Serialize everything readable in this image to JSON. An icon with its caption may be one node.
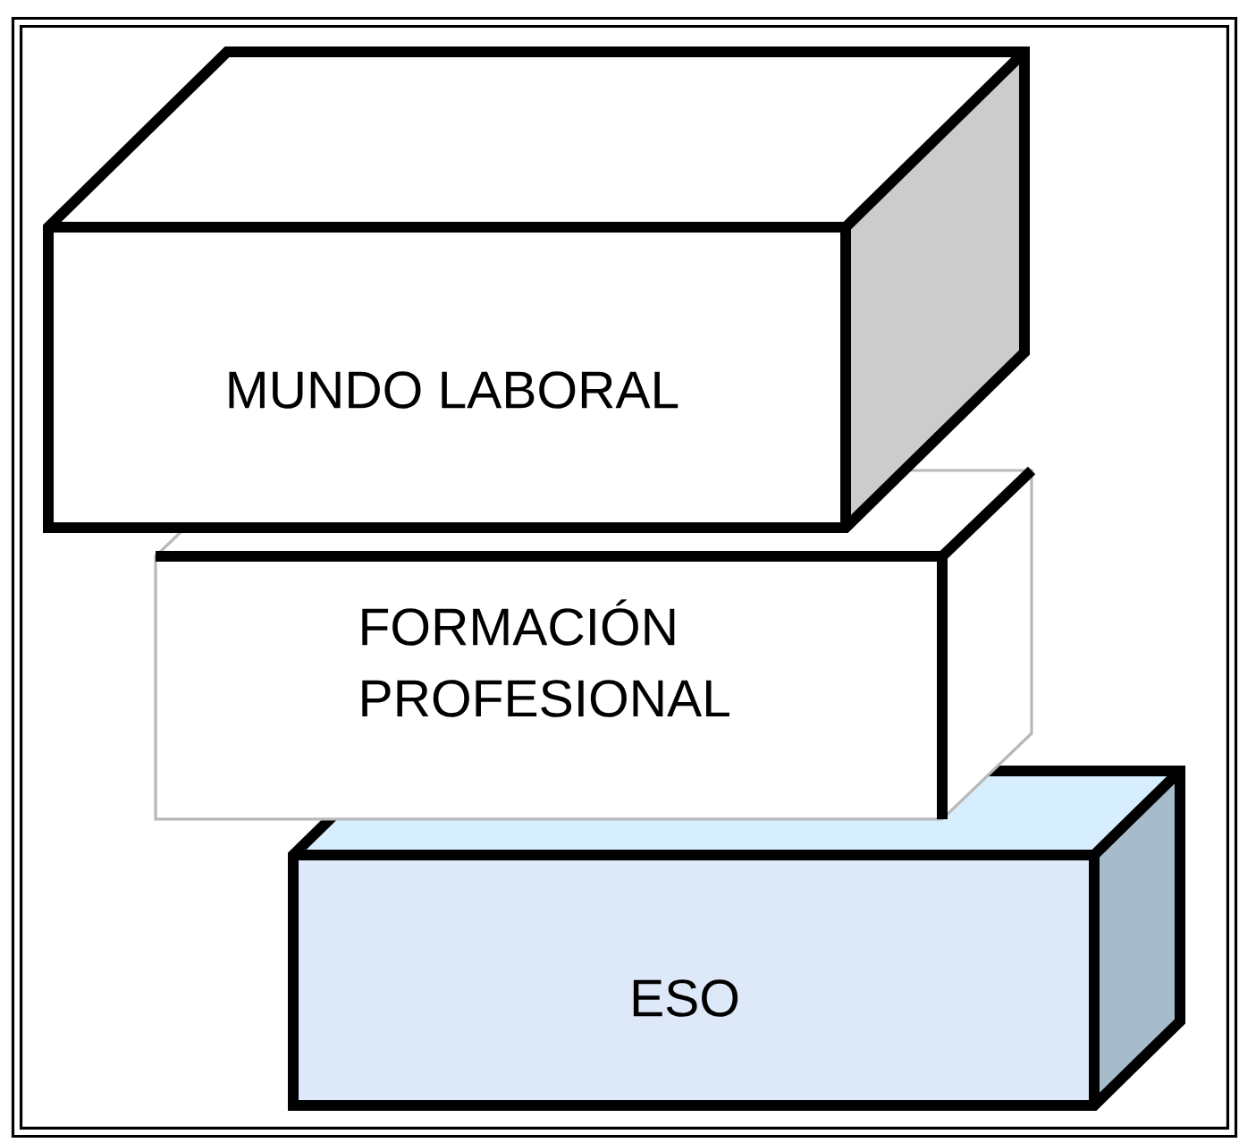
{
  "diagram": {
    "nodes": [
      {
        "text": [
          "MUNDO LABORAL"
        ]
      },
      {
        "text": [
          "FORMACIÓN PROFESIONAL"
        ]
      },
      {
        "text": [
          "ESO"
        ]
      }
    ]
  }
}
